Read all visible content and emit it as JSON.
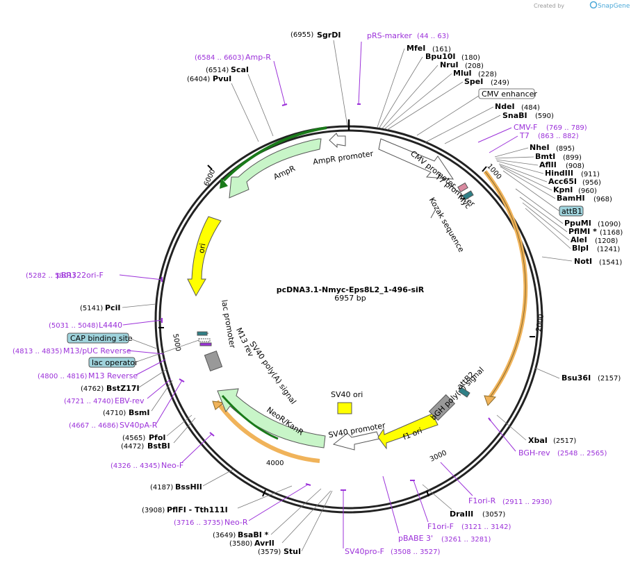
{
  "header": {
    "created_by": "Created by",
    "brand": "SnapGene"
  },
  "plasmid": {
    "name": "pcDNA3.1-Nmyc-Eps8L2_1-496-siR",
    "length": "6957 bp"
  },
  "enzymes": {
    "sgrdi": {
      "name": "SgrDI",
      "pos": "(6955)"
    },
    "mfei": {
      "name": "MfeI",
      "pos": "(161)"
    },
    "bpu10i": {
      "name": "Bpu10I",
      "pos": "(180)"
    },
    "nrui": {
      "name": "NruI",
      "pos": "(208)"
    },
    "mlui": {
      "name": "MluI",
      "pos": "(228)"
    },
    "spei": {
      "name": "SpeI",
      "pos": "(249)"
    },
    "ndei": {
      "name": "NdeI",
      "pos": "(484)"
    },
    "snabi": {
      "name": "SnaBI",
      "pos": "(590)"
    },
    "nhei": {
      "name": "NheI",
      "pos": "(895)"
    },
    "bmti": {
      "name": "BmtI",
      "pos": "(899)"
    },
    "aflii": {
      "name": "AflII",
      "pos": "(908)"
    },
    "hindiii": {
      "name": "HindIII",
      "pos": "(911)"
    },
    "acc65i": {
      "name": "Acc65I",
      "pos": "(956)"
    },
    "kpni": {
      "name": "KpnI",
      "pos": "(960)"
    },
    "bamhi": {
      "name": "BamHI",
      "pos": "(968)"
    },
    "ppumi": {
      "name": "PpuMI",
      "pos": "(1090)"
    },
    "pflmi": {
      "name": "PflMI *",
      "pos": "(1168)"
    },
    "alei": {
      "name": "AleI",
      "pos": "(1208)"
    },
    "blpi": {
      "name": "BlpI",
      "pos": "(1241)"
    },
    "noti": {
      "name": "NotI",
      "pos": "(1541)"
    },
    "bsu36i": {
      "name": "Bsu36I",
      "pos": "(2157)"
    },
    "xbai": {
      "name": "XbaI",
      "pos": "(2517)"
    },
    "draiii": {
      "name": "DraIII",
      "pos": "(3057)"
    },
    "stui": {
      "name": "StuI",
      "pos": "(3579)"
    },
    "avrii": {
      "name": "AvrII",
      "pos": "(3580)"
    },
    "bsabi": {
      "name": "BsaBI  *",
      "pos": "(3649)"
    },
    "pflfi": {
      "name": "PflFI  - Tth111I",
      "pos": "(3908)"
    },
    "bsshii": {
      "name": "BssHII",
      "pos": "(4187)"
    },
    "bstbi": {
      "name": "BstBI",
      "pos": "(4472)"
    },
    "pfoi": {
      "name": "PfoI",
      "pos": "(4565)"
    },
    "bsmi": {
      "name": "BsmI",
      "pos": "(4710)"
    },
    "bstz17i": {
      "name": "BstZ17I",
      "pos": "(4762)"
    },
    "pcii": {
      "name": "PciI",
      "pos": "(5141)"
    },
    "pvui": {
      "name": "PvuI",
      "pos": "(6404)"
    },
    "scai": {
      "name": "ScaI",
      "pos": "(6514)"
    }
  },
  "primers": {
    "prs_marker": {
      "name": "pRS-marker",
      "range": "(44 .. 63)"
    },
    "cmv_f": {
      "name": "CMV-F",
      "range": "(769 .. 789)"
    },
    "t7": {
      "name": "T7",
      "range": "(863 .. 882)"
    },
    "bgh_rev": {
      "name": "BGH-rev",
      "range": "(2548 .. 2565)"
    },
    "f1ori_r": {
      "name": "F1ori-R",
      "range": "(2911 .. 2930)"
    },
    "f1ori_f": {
      "name": "F1ori-F",
      "range": "(3121 .. 3142)"
    },
    "pbabe3": {
      "name": "pBABE 3'",
      "range": "(3261 .. 3281)"
    },
    "sv40pro_f": {
      "name": "SV40pro-F",
      "range": "(3508 .. 3527)"
    },
    "neo_r": {
      "name": "Neo-R",
      "range": "(3716 .. 3735)"
    },
    "neo_f": {
      "name": "Neo-F",
      "range": "(4326 .. 4345)"
    },
    "sv40pa_r": {
      "name": "SV40pA-R",
      "range": "(4667 .. 4686)"
    },
    "ebv_rev": {
      "name": "EBV-rev",
      "range": "(4721 .. 4740)"
    },
    "m13_reverse": {
      "name": "M13 Reverse",
      "range": "(4800 .. 4816)"
    },
    "m13_puc_rev": {
      "name": "M13/pUC Reverse",
      "range": "(4813 .. 4835)"
    },
    "l4440": {
      "name": "L4440",
      "range": "(5031 .. 5048)"
    },
    "pbr322ori_f": {
      "name": "pBR322ori-F",
      "range": "(5282 .. 5301)"
    },
    "amp_r": {
      "name": "Amp-R",
      "range": "(6584 .. 6603)"
    }
  },
  "boxed_features": {
    "cmv_enhancer": "CMV enhancer",
    "attb1": "attB1",
    "cap_site": "CAP binding site",
    "lac_operator": "lac operator"
  },
  "features": {
    "ampr_promoter": "AmpR promoter",
    "ampr": "AmpR",
    "cmv_promoter": "CMV promoter",
    "t7_promoter": "T7 promoter",
    "myc": "Myc",
    "kozak": "Kozak sequence",
    "ori": "ori",
    "lac_promoter": "lac promoter",
    "m13_rev": "M13 rev",
    "sv40_polya": "SV40 poly(A) signal",
    "neo_kanr": "NeoR/KanR",
    "sv40_ori": "SV40 ori",
    "sv40_promoter": "SV40 promoter",
    "f1_ori": "f1 ori",
    "bgh_polya": "bGH poly(A) signal",
    "attb2": "attB2"
  },
  "ticks": {
    "t1000": "1000",
    "t2000": "2000",
    "t3000": "3000",
    "t4000": "4000",
    "t5000": "5000",
    "t6000": "6000"
  },
  "colors": {
    "primer": "#9b30d9",
    "ampr_fill": "#c8f5c8",
    "ori_fill": "#ffff00",
    "orf_outline": "#f0b35a",
    "orf_dark": "#1a7a1a",
    "boxed_fill": "#9fd3dc"
  }
}
